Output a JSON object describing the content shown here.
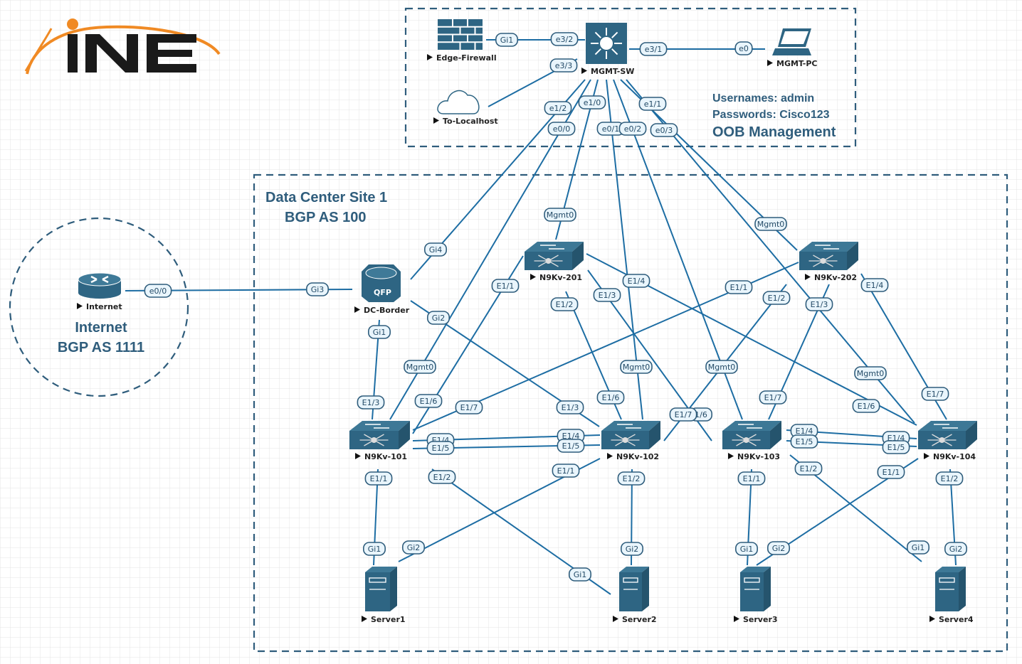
{
  "logo": {
    "text": "INE",
    "colors": {
      "swoosh": "#f08a24",
      "letters": "#1a1a1a"
    }
  },
  "colors": {
    "link": "#1d6da3",
    "device": "#2e6583",
    "label_fill": "#e9f5fc",
    "text": "#2f5d7c"
  },
  "oob": {
    "usernames": "Usernames: admin",
    "passwords": "Passwords: Cisco123",
    "title": "OOB Management"
  },
  "dc": {
    "title": "Data Center Site 1",
    "subtitle": "BGP AS 100"
  },
  "internet_zone": {
    "title": "Internet",
    "subtitle": "BGP AS 1111"
  },
  "nodes": [
    {
      "id": "edge-firewall",
      "label": "Edge-Firewall",
      "icon": "firewall-icon"
    },
    {
      "id": "mgmt-sw",
      "label": "MGMT-SW",
      "icon": "l3-switch-icon"
    },
    {
      "id": "mgmt-pc",
      "label": "MGMT-PC",
      "icon": "laptop-icon"
    },
    {
      "id": "to-localhost",
      "label": "To-Localhost",
      "icon": "cloud-icon"
    },
    {
      "id": "internet",
      "label": "Internet",
      "icon": "router-icon"
    },
    {
      "id": "dc-border",
      "label": "DC-Border",
      "icon": "qfp-router-icon"
    },
    {
      "id": "n9kv-201",
      "label": "N9Kv-201",
      "icon": "nexus-switch-icon"
    },
    {
      "id": "n9kv-202",
      "label": "N9Kv-202",
      "icon": "nexus-switch-icon"
    },
    {
      "id": "n9kv-101",
      "label": "N9Kv-101",
      "icon": "nexus-switch-icon"
    },
    {
      "id": "n9kv-102",
      "label": "N9Kv-102",
      "icon": "nexus-switch-icon"
    },
    {
      "id": "n9kv-103",
      "label": "N9Kv-103",
      "icon": "nexus-switch-icon"
    },
    {
      "id": "n9kv-104",
      "label": "N9Kv-104",
      "icon": "nexus-switch-icon"
    },
    {
      "id": "server1",
      "label": "Server1",
      "icon": "server-icon"
    },
    {
      "id": "server2",
      "label": "Server2",
      "icon": "server-icon"
    },
    {
      "id": "server3",
      "label": "Server3",
      "icon": "server-icon"
    },
    {
      "id": "server4",
      "label": "Server4",
      "icon": "server-icon"
    }
  ],
  "qfp_text": "QFP",
  "links": [
    {
      "a": "Edge-Firewall",
      "a_if": "Gi1",
      "b": "MGMT-SW",
      "b_if": "e3/2"
    },
    {
      "a": "MGMT-SW",
      "a_if": "e3/1",
      "b": "MGMT-PC",
      "b_if": "e0"
    },
    {
      "a": "MGMT-SW",
      "a_if": "e3/3",
      "b": "To-Localhost",
      "b_if": ""
    },
    {
      "a": "MGMT-SW",
      "a_if": "e1/2",
      "b": "DC-Border",
      "b_if": "Gi4"
    },
    {
      "a": "MGMT-SW",
      "a_if": "e0/0",
      "b": "N9Kv-101",
      "b_if": "Mgmt0"
    },
    {
      "a": "MGMT-SW",
      "a_if": "e1/0",
      "b": "N9Kv-201",
      "b_if": "Mgmt0"
    },
    {
      "a": "MGMT-SW",
      "a_if": "e0/1",
      "b": "N9Kv-102",
      "b_if": "Mgmt0"
    },
    {
      "a": "MGMT-SW",
      "a_if": "e0/2",
      "b": "N9Kv-103",
      "b_if": "Mgmt0"
    },
    {
      "a": "MGMT-SW",
      "a_if": "e1/1",
      "b": "N9Kv-202",
      "b_if": "Mgmt0"
    },
    {
      "a": "MGMT-SW",
      "a_if": "e0/3",
      "b": "N9Kv-104",
      "b_if": "Mgmt0"
    },
    {
      "a": "Internet",
      "a_if": "e0/0",
      "b": "DC-Border",
      "b_if": "Gi3"
    },
    {
      "a": "DC-Border",
      "a_if": "Gi1",
      "b": "N9Kv-101",
      "b_if": "E1/3"
    },
    {
      "a": "DC-Border",
      "a_if": "Gi2",
      "b": "N9Kv-102",
      "b_if": "E1/3"
    },
    {
      "a": "N9Kv-201",
      "a_if": "E1/1",
      "b": "N9Kv-101",
      "b_if": "E1/6"
    },
    {
      "a": "N9Kv-201",
      "a_if": "E1/2",
      "b": "N9Kv-102",
      "b_if": "E1/6"
    },
    {
      "a": "N9Kv-201",
      "a_if": "E1/3",
      "b": "N9Kv-103",
      "b_if": "1/6"
    },
    {
      "a": "N9Kv-201",
      "a_if": "E1/4",
      "b": "N9Kv-104",
      "b_if": "E1/6"
    },
    {
      "a": "N9Kv-202",
      "a_if": "E1/1",
      "b": "N9Kv-101",
      "b_if": "E1/7"
    },
    {
      "a": "N9Kv-202",
      "a_if": "E1/2",
      "b": "N9Kv-102",
      "b_if": "E1/7"
    },
    {
      "a": "N9Kv-202",
      "a_if": "E1/3",
      "b": "N9Kv-103",
      "b_if": "E1/7"
    },
    {
      "a": "N9Kv-202",
      "a_if": "E1/4",
      "b": "N9Kv-104",
      "b_if": "E1/7"
    },
    {
      "a": "N9Kv-101",
      "a_if": "E1/4",
      "b": "N9Kv-102",
      "b_if": "E1/4"
    },
    {
      "a": "N9Kv-101",
      "a_if": "E1/5",
      "b": "N9Kv-102",
      "b_if": "E1/5"
    },
    {
      "a": "N9Kv-103",
      "a_if": "E1/4",
      "b": "N9Kv-104",
      "b_if": "E1/4"
    },
    {
      "a": "N9Kv-103",
      "a_if": "E1/5",
      "b": "N9Kv-104",
      "b_if": "E1/5"
    },
    {
      "a": "N9Kv-101",
      "a_if": "E1/1",
      "b": "Server1",
      "b_if": "Gi1"
    },
    {
      "a": "N9Kv-101",
      "a_if": "E1/2",
      "b": "Server2",
      "b_if": "Gi1"
    },
    {
      "a": "N9Kv-102",
      "a_if": "E1/1",
      "b": "Server1",
      "b_if": "Gi2"
    },
    {
      "a": "N9Kv-102",
      "a_if": "E1/2",
      "b": "Server2",
      "b_if": "Gi2"
    },
    {
      "a": "N9Kv-103",
      "a_if": "E1/1",
      "b": "Server3",
      "b_if": "Gi1"
    },
    {
      "a": "N9Kv-103",
      "a_if": "E1/2",
      "b": "Server4",
      "b_if": "Gi1"
    },
    {
      "a": "N9Kv-104",
      "a_if": "E1/1",
      "b": "Server3",
      "b_if": "Gi2"
    },
    {
      "a": "N9Kv-104",
      "a_if": "E1/2",
      "b": "Server4",
      "b_if": "Gi2"
    }
  ]
}
